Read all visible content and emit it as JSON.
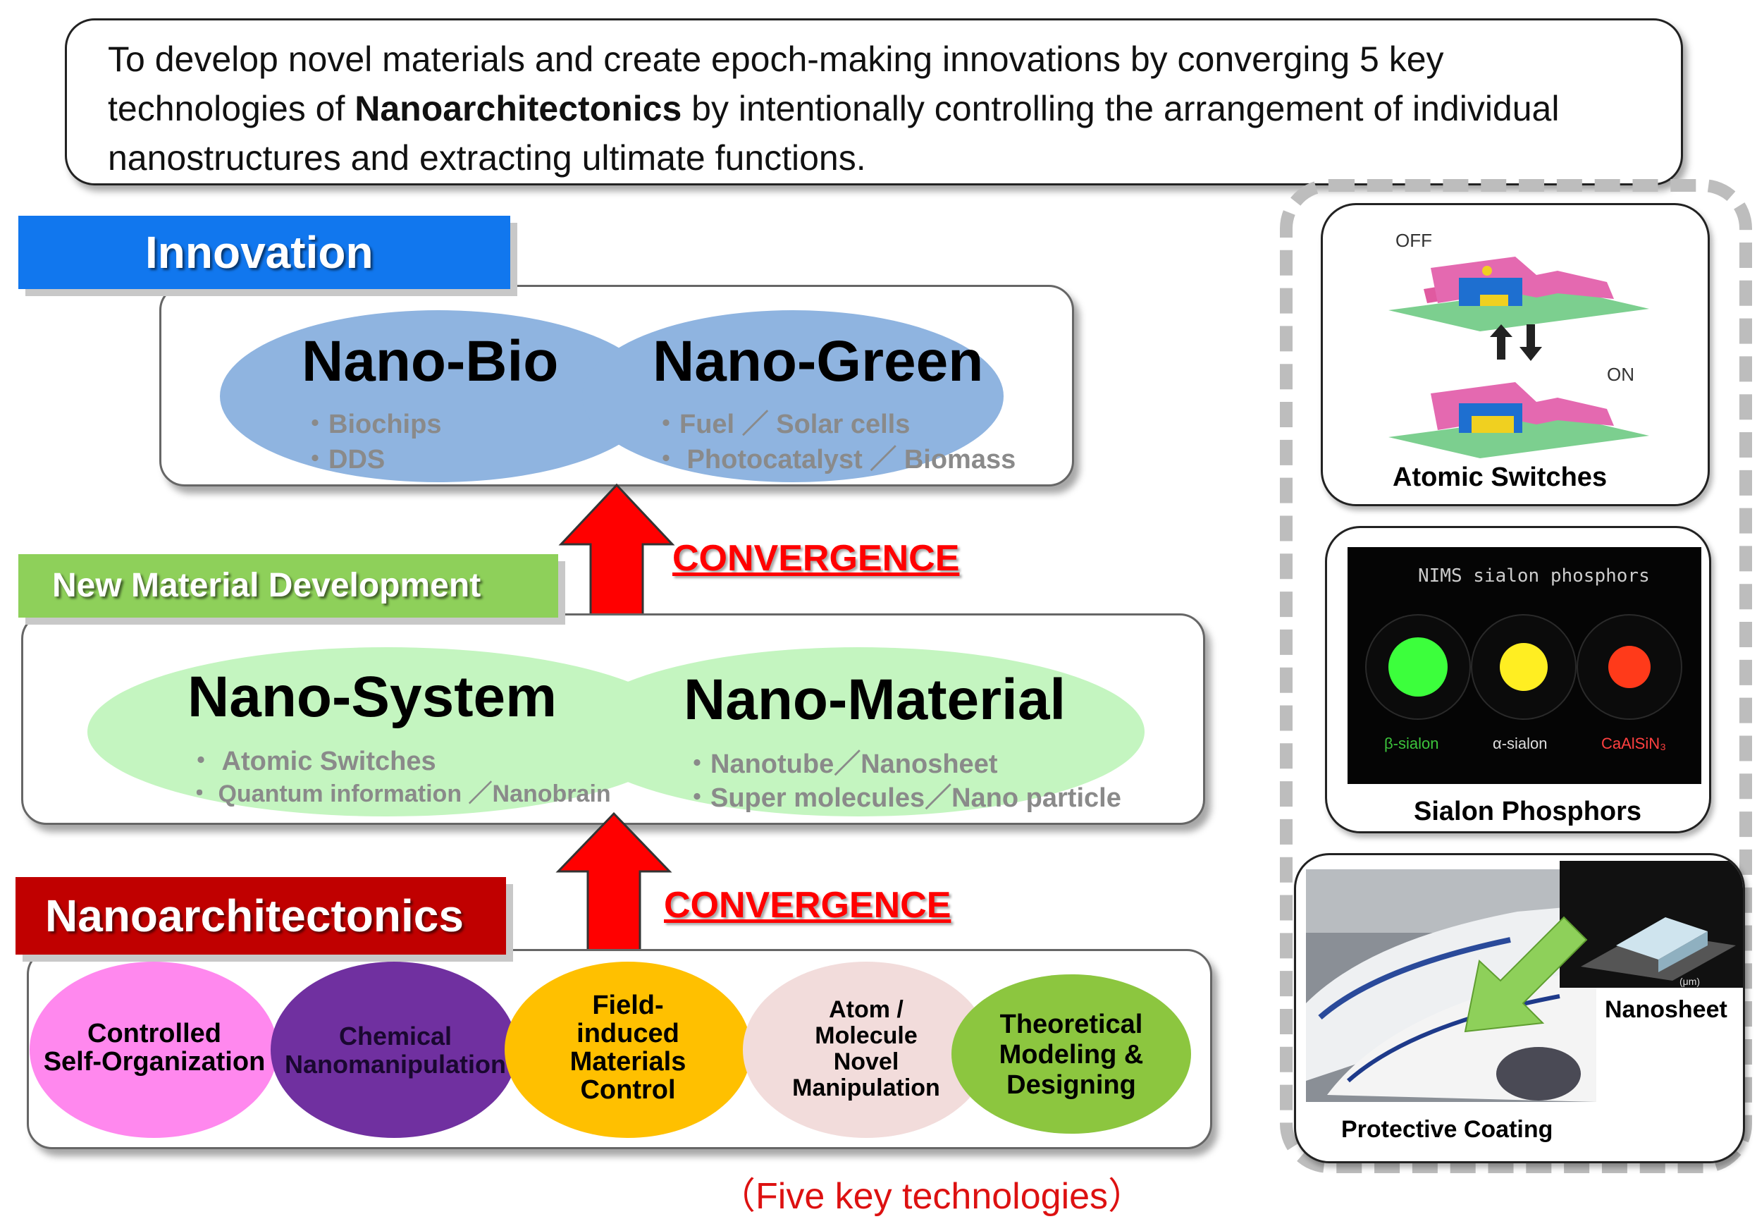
{
  "mission": {
    "line1": "To develop novel materials and create epoch-making innovations by converging 5 key",
    "line2_pre": "technologies of ",
    "line2_bold": "Nanoarchitectonics",
    "line2_post": " by intentionally controlling the arrangement of individual",
    "line3": "nanostructures and extracting ultimate functions."
  },
  "innovation": {
    "header": "Innovation",
    "left": {
      "title": "Nano-Bio",
      "items": [
        "・Biochips",
        "・DDS"
      ]
    },
    "right": {
      "title": "Nano-Green",
      "items": [
        "・Fuel ／ Solar cells",
        "・ Photocatalyst ／ Biomass"
      ]
    }
  },
  "new_material": {
    "header": "New Material Development",
    "left": {
      "title": "Nano-System",
      "items": [
        "・ Atomic Switches",
        "・ Quantum information ／Nanobrain"
      ]
    },
    "right": {
      "title": "Nano-Material",
      "items": [
        "・Nanotube／Nanosheet",
        "・Super molecules／Nano particle"
      ]
    }
  },
  "convergence_label": "CONVERGENCE",
  "nanoarchitectonics": {
    "header": "Nanoarchitectonics",
    "technologies": [
      {
        "lines": [
          "Controlled",
          "Self-Organization"
        ],
        "color": "#ff88ee"
      },
      {
        "lines": [
          "Chemical",
          "Nanomanipulation"
        ],
        "color": "#7030a0"
      },
      {
        "lines": [
          "Field-",
          "induced",
          "Materials",
          "Control"
        ],
        "color": "#ffc000"
      },
      {
        "lines": [
          "Atom /",
          "Molecule",
          "Novel",
          "Manipulation"
        ],
        "color": "#f2dcdb"
      },
      {
        "lines": [
          "Theoretical",
          "Modeling &",
          "Designing"
        ],
        "color": "#8cc63f"
      }
    ],
    "footnote": "（Five key technologies）"
  },
  "examples": {
    "atomic": {
      "caption": "Atomic Switches",
      "off": "OFF",
      "on": "ON"
    },
    "sialon": {
      "caption": "Sialon Phosphors",
      "image_title": "NIMS sialon phosphors",
      "labels": [
        "β-sialon",
        "α-sialon",
        "CaAlSiN₃"
      ]
    },
    "coating": {
      "caption": "Protective Coating",
      "nanosheet_label": "Nanosheet",
      "axis_unit": "(μm)"
    }
  }
}
